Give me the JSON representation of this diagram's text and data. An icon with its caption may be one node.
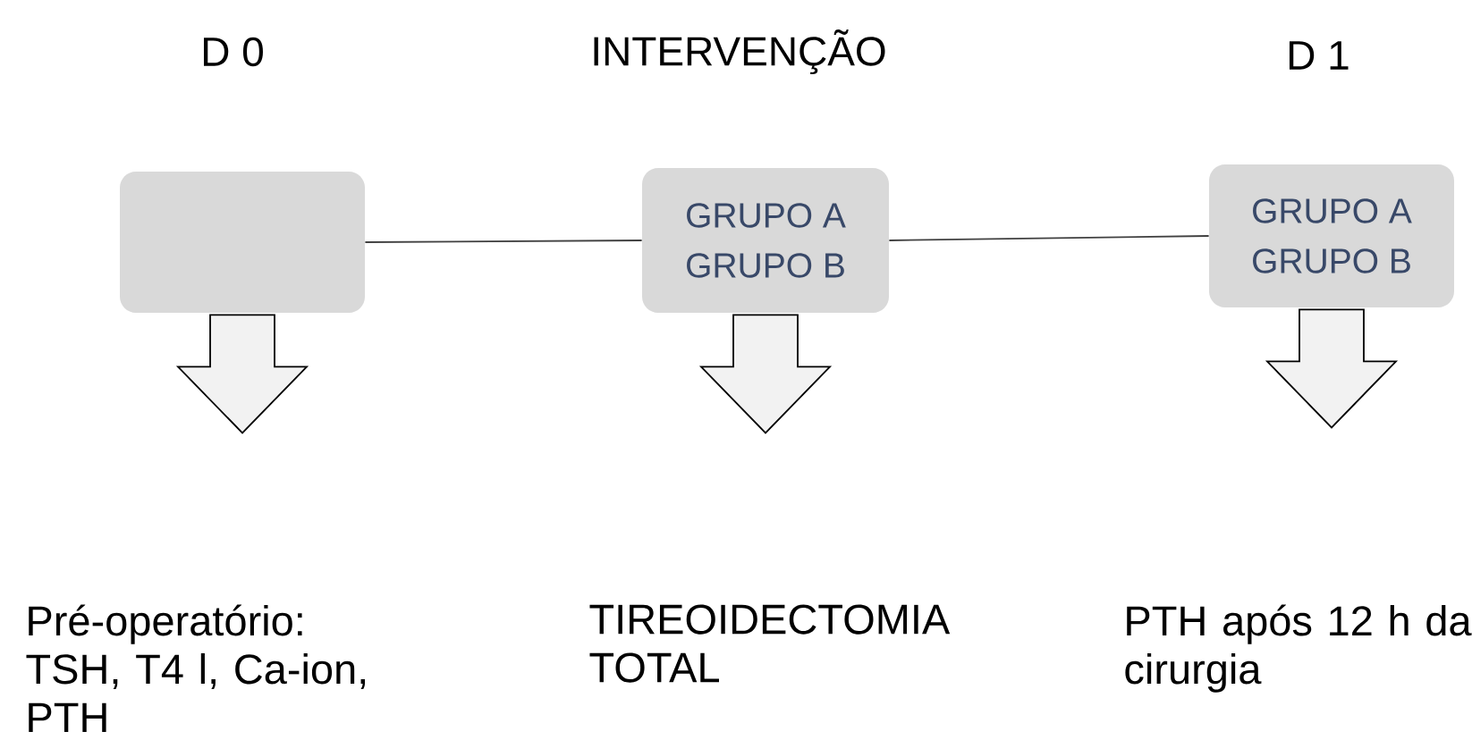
{
  "diagram": {
    "nodes": [
      {
        "text": [],
        "shape": "box"
      },
      {
        "text": [
          "GRUPO A",
          "GRUPO B"
        ]
      },
      {
        "text": [
          "GRUPO A",
          "GRUPO B"
        ]
      }
    ],
    "edges": [
      {
        "from": 0,
        "to": 1,
        "arrow": "none"
      },
      {
        "from": 1,
        "to": 2,
        "arrow": "none"
      },
      {
        "from": 0,
        "to": null,
        "arrow": "to"
      },
      {
        "from": 1,
        "to": null,
        "arrow": "to"
      },
      {
        "from": 2,
        "to": null,
        "arrow": "to"
      }
    ],
    "labels": [
      "D 0",
      "INTERVENÇÃO",
      "D 1",
      "Pré-operatório: TSH, T4 l, Ca-ion, PTH",
      "TIREOIDECTOMIA TOTAL",
      "PTH após 12 h da cirurgia"
    ]
  }
}
